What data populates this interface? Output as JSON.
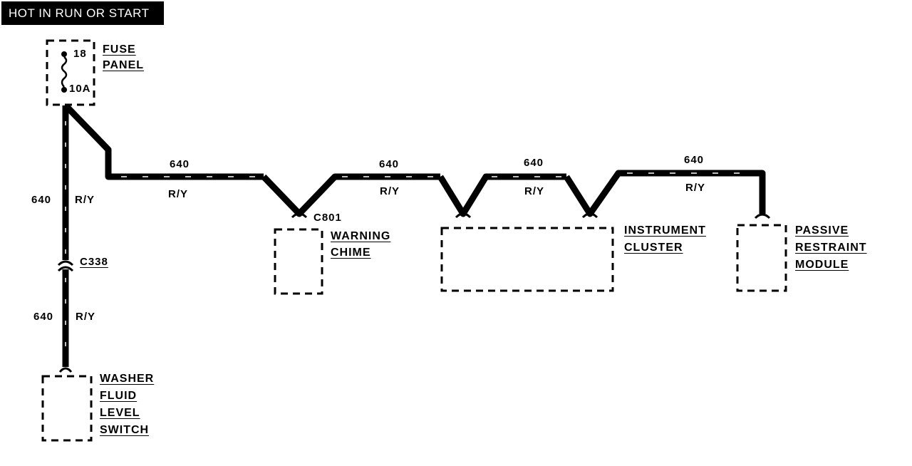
{
  "header": {
    "title": "HOT IN RUN OR START"
  },
  "fuse_panel": {
    "fuse_number": "18",
    "fuse_rating": "10A",
    "label_lines": [
      "FUSE",
      "PANEL"
    ]
  },
  "connectors": {
    "c338": "C338",
    "c801": "C801"
  },
  "wires": {
    "circuit": "640",
    "color": "R/Y"
  },
  "components": {
    "warning_chime": [
      "WARNING",
      "CHIME"
    ],
    "instrument_cluster": [
      "INSTRUMENT",
      "CLUSTER"
    ],
    "passive_restraint": [
      "PASSIVE",
      "RESTRAINT",
      "MODULE"
    ],
    "washer_switch": [
      "WASHER",
      "FLUID",
      "LEVEL",
      "SWITCH"
    ]
  }
}
